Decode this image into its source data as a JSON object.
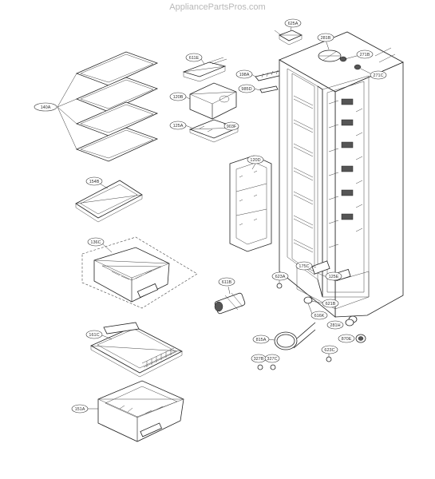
{
  "watermark": "AppliancePartsPros.com",
  "labels": {
    "l625A": "625A",
    "l281B": "281B",
    "l271B": "271B",
    "l271C": "271C",
    "l611E": "611E",
    "l198A": "198A",
    "l985D": "985D",
    "l140A": "140A",
    "l120B": "120B",
    "l125A": "125A",
    "l903F": "903F",
    "l120D": "120D",
    "l154B": "154B",
    "l136C": "136C",
    "l175C": "175C",
    "l125E": "125E",
    "l623A": "623A",
    "l611B": "611B",
    "l621B": "621B",
    "l616K": "616K",
    "l161C": "161C",
    "l281H": "281H",
    "l815A": "815A",
    "l870E": "870E",
    "l623C": "623C",
    "l327B": "327B",
    "l327C": "327C",
    "l151A": "151A"
  }
}
